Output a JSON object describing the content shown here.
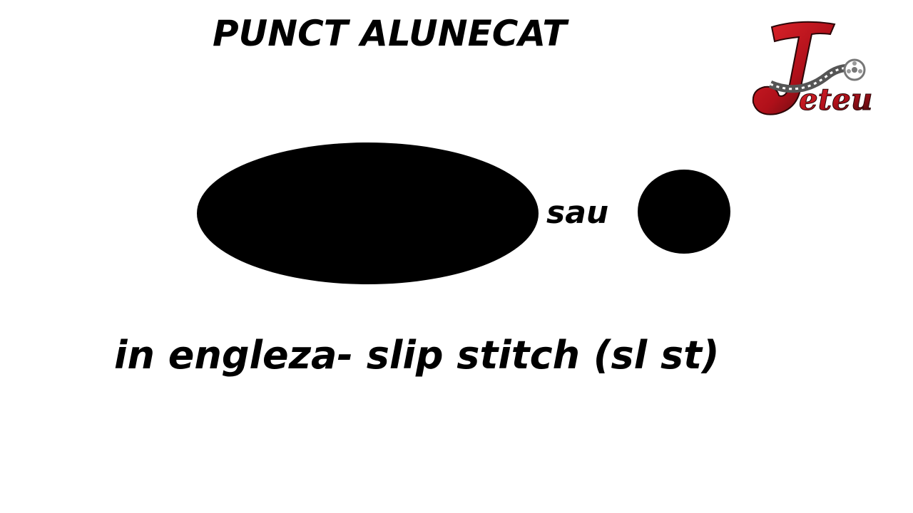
{
  "title": "PUNCT ALUNECAT",
  "separator_word": "sau",
  "subtitle": "in engleza- slip stitch (sl st)",
  "logo": {
    "text": "Jeteu",
    "icon": "film-reel-logo-icon"
  },
  "colors": {
    "symbol": "#000000",
    "background": "#ffffff",
    "logo_red": "#c0141a",
    "logo_dark": "#3a0a0c"
  }
}
